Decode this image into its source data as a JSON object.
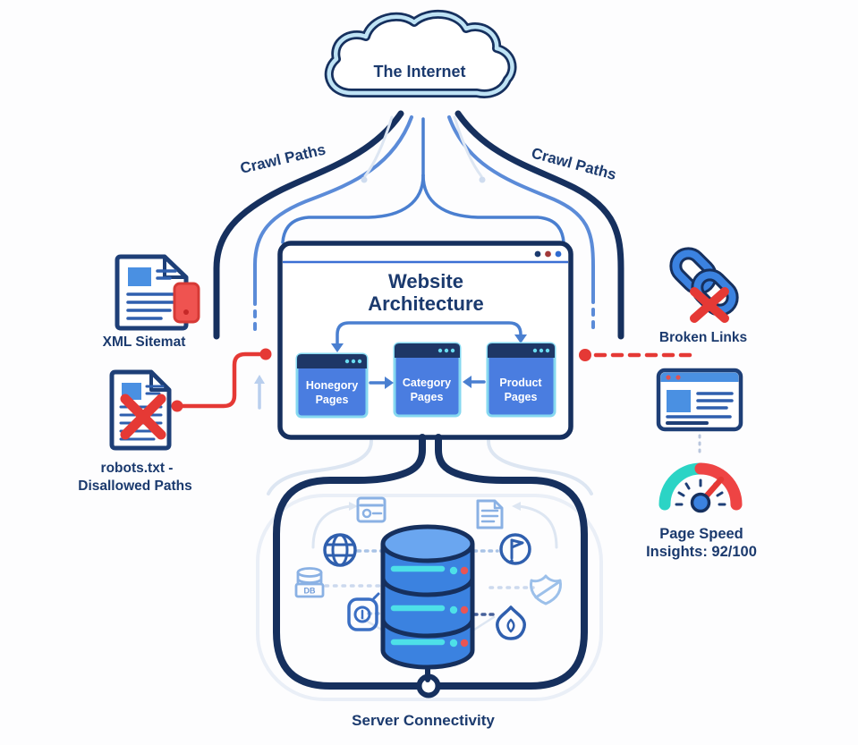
{
  "cloud": {
    "label": "The Internet"
  },
  "crawl_paths": {
    "left_label": "Crawl Paths",
    "right_label": "Crawl Paths"
  },
  "website": {
    "title": {
      "line1": "Website",
      "line2": "Architecture"
    },
    "pages": [
      {
        "line1": "Honegory",
        "line2": "Pages"
      },
      {
        "line1": "Category",
        "line2": "Pages"
      },
      {
        "line1": "Product",
        "line2": "Pages"
      }
    ]
  },
  "left_panel": {
    "xml_sitemap": {
      "label": "XML Sitemat"
    },
    "robots": {
      "line1": "robots.txt -",
      "line2": "Disallowed Paths"
    }
  },
  "right_panel": {
    "broken_links": {
      "label": "Broken Links"
    },
    "page_speed": {
      "line1": "Page Speed",
      "line2": "Insights: 92/100"
    }
  },
  "server": {
    "label": "Server Connectivity",
    "db_badge": "DB"
  },
  "icons": [
    "internet-cloud",
    "xml-sitemap-document",
    "robots-txt-document",
    "broken-chain-link",
    "red-x",
    "browser-preview",
    "speed-gauge",
    "server-stack",
    "globe",
    "settings-card",
    "database-db",
    "lock-jar",
    "document",
    "flag-circle",
    "shield-slash",
    "flame-shield"
  ],
  "colors": {
    "navy": "#16305e",
    "text_navy": "#1b3a6e",
    "mid_blue": "#4a7fd0",
    "light_blue": "#8ab1e4",
    "cyan": "#59d8ee",
    "box_blue": "#4a7de0",
    "box_titlebar": "#1e3766",
    "red": "#e53935",
    "teal": "#2bd4c5",
    "gauge_red": "#ee4444",
    "cloud_inner": "#bfe3f5"
  }
}
